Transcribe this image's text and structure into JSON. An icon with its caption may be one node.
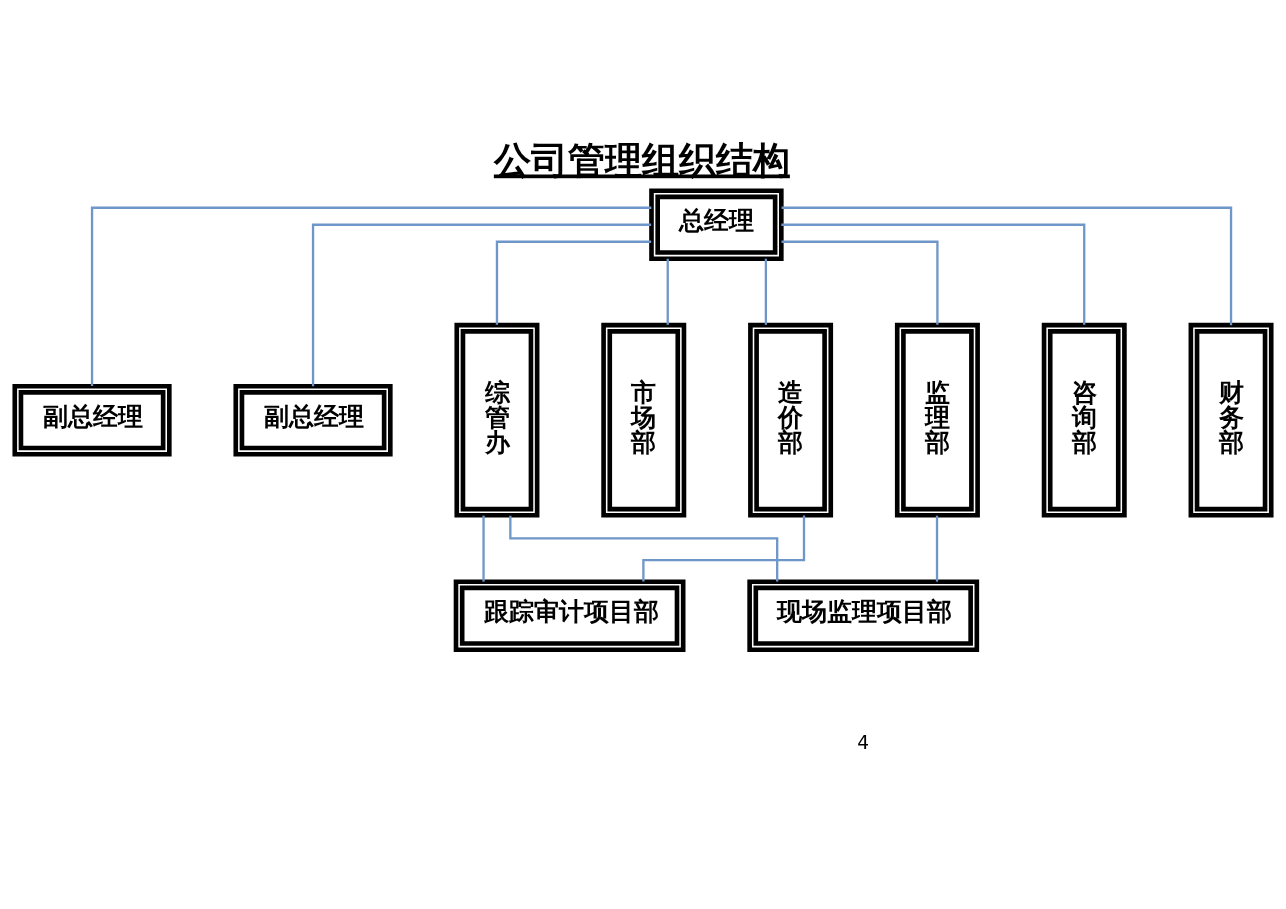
{
  "diagram": {
    "title": "公司管理组织结构",
    "nodes": [
      {
        "text": [
          "总经理"
        ]
      },
      {
        "text": [
          "副总经理"
        ]
      },
      {
        "text": [
          "副总经理"
        ]
      },
      {
        "text": [
          "综管办"
        ]
      },
      {
        "text": [
          "市场部"
        ]
      },
      {
        "text": [
          "造价部"
        ]
      },
      {
        "text": [
          "监理部"
        ]
      },
      {
        "text": [
          "咨询部"
        ]
      },
      {
        "text": [
          "财务部"
        ]
      },
      {
        "text": [
          "跟踪审计项目部"
        ]
      },
      {
        "text": [
          "现场监理项目部"
        ]
      }
    ],
    "edges": [
      {
        "from": 0,
        "to": 1,
        "arrow": "none"
      },
      {
        "from": 0,
        "to": 2,
        "arrow": "none"
      },
      {
        "from": 0,
        "to": 3,
        "arrow": "none"
      },
      {
        "from": 0,
        "to": 4,
        "arrow": "none"
      },
      {
        "from": 0,
        "to": 5,
        "arrow": "none"
      },
      {
        "from": 0,
        "to": 6,
        "arrow": "none"
      },
      {
        "from": 0,
        "to": 7,
        "arrow": "none"
      },
      {
        "from": 0,
        "to": 8,
        "arrow": "none"
      },
      {
        "from": 5,
        "to": 9,
        "arrow": "none"
      },
      {
        "from": 3,
        "to": 9,
        "arrow": "none"
      },
      {
        "from": 3,
        "to": 10,
        "arrow": "none"
      },
      {
        "from": 6,
        "to": 10,
        "arrow": "none"
      }
    ],
    "labels": [
      "4"
    ]
  }
}
